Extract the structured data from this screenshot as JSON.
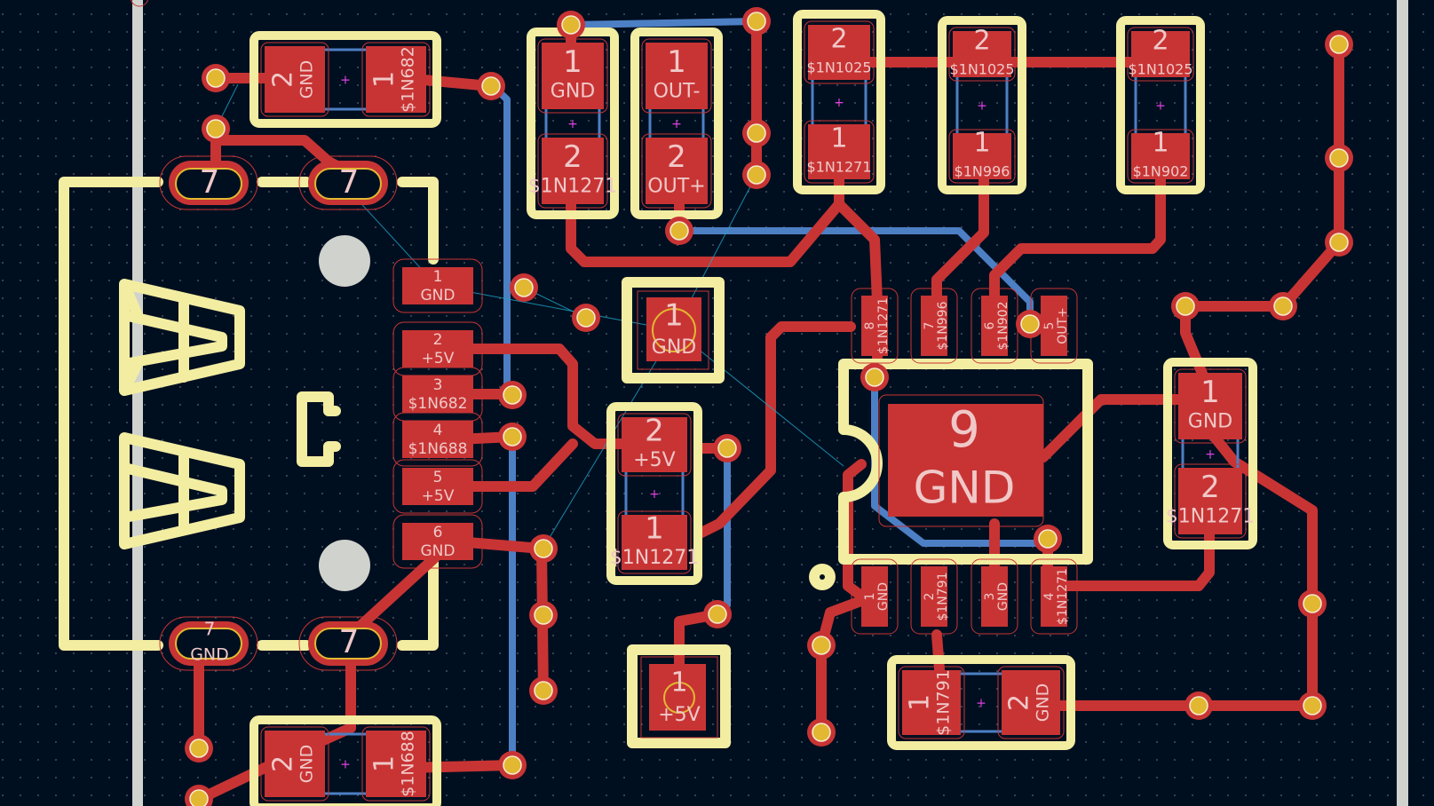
{
  "app": "PCB Editor",
  "colors": {
    "background": "#000f20",
    "front_copper": "#c83434",
    "back_copper": "#4d7fc4",
    "silkscreen": "#f2eda1",
    "via_drill": "#e2b832",
    "edge_cuts": "#d0d2cd",
    "ratsnest": "#1fa5c8",
    "anchor": "#e040e0"
  },
  "connector_pads": [
    {
      "num": "1",
      "net": "GND"
    },
    {
      "num": "2",
      "net": "+5V"
    },
    {
      "num": "3",
      "net": "$1N682"
    },
    {
      "num": "4",
      "net": "$1N688"
    },
    {
      "num": "5",
      "net": "+5V"
    },
    {
      "num": "6",
      "net": "GND"
    }
  ],
  "shield_pads": [
    {
      "num": "7",
      "net": ""
    },
    {
      "num": "7",
      "net": ""
    },
    {
      "num": "7",
      "net": "GND"
    },
    {
      "num": "7",
      "net": ""
    }
  ],
  "ic_pads_top": [
    {
      "num": "8",
      "net": "$1N1271"
    },
    {
      "num": "7",
      "net": "$1N996"
    },
    {
      "num": "6",
      "net": "$1N902"
    },
    {
      "num": "5",
      "net": "OUT+"
    }
  ],
  "ic_pads_bottom": [
    {
      "num": "1",
      "net": "GND"
    },
    {
      "num": "2",
      "net": "$1N791"
    },
    {
      "num": "3",
      "net": "GND"
    },
    {
      "num": "4",
      "net": "$1N1271"
    }
  ],
  "ic_exposed_pad": {
    "num": "9",
    "net": "GND"
  },
  "components": {
    "c_top_left": {
      "p2": {
        "num": "2",
        "net": "GND"
      },
      "p1": {
        "num": "1",
        "net": "$1N682"
      }
    },
    "c_bottom_left": {
      "p2": {
        "num": "2",
        "net": "GND"
      },
      "p1": {
        "num": "1",
        "net": "$1N688"
      }
    },
    "c_top_a": {
      "p1": {
        "num": "1",
        "net": "GND"
      },
      "p2": {
        "num": "2",
        "net": "$1N1271"
      }
    },
    "c_top_b": {
      "p1": {
        "num": "1",
        "net": "OUT-"
      },
      "p2": {
        "num": "2",
        "net": "OUT+"
      }
    },
    "c_top_c": {
      "p2": {
        "num": "2",
        "net": "$1N1025"
      },
      "p1": {
        "num": "1",
        "net": "$1N1271"
      }
    },
    "d_top_1": {
      "p2": {
        "num": "2",
        "net": "$1N1025"
      },
      "p1": {
        "num": "1",
        "net": "$1N996"
      }
    },
    "d_top_2": {
      "p2": {
        "num": "2",
        "net": "$1N1025"
      },
      "p1": {
        "num": "1",
        "net": "$1N902"
      }
    },
    "c_mid": {
      "p2": {
        "num": "2",
        "net": "+5V"
      },
      "p1": {
        "num": "1",
        "net": "$1N1271"
      }
    },
    "c_right": {
      "p1": {
        "num": "1",
        "net": "GND"
      },
      "p2": {
        "num": "2",
        "net": "$1N1271"
      }
    },
    "c_bottom_right": {
      "p1": {
        "num": "1",
        "net": "$1N791"
      },
      "p2": {
        "num": "2",
        "net": "GND"
      }
    },
    "tp_gnd": {
      "num": "1",
      "net": "GND"
    },
    "tp_5v": {
      "num": "1",
      "net": "+5V"
    }
  }
}
